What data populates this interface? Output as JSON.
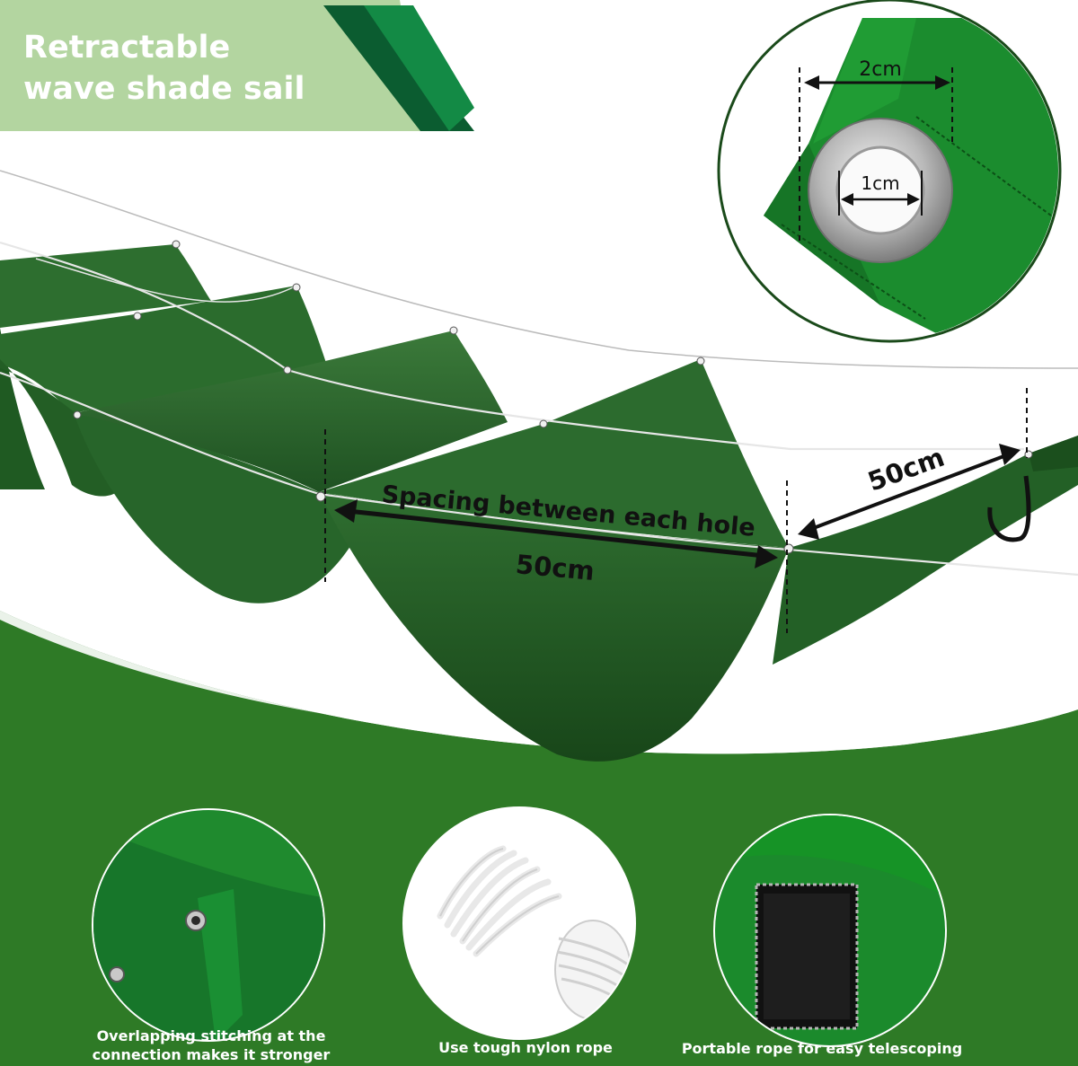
{
  "banner": {
    "title_line1": "Retractable",
    "title_line2": "wave shade sail",
    "bg_color": "#b3d5a0",
    "accent_color": "#0e6d3a"
  },
  "detail_inset": {
    "outer_size": "2cm",
    "grommet_hole": "1cm"
  },
  "measurements": {
    "spacing_label": "Spacing between each hole",
    "spacing_value": "50cm",
    "side_value": "50cm"
  },
  "features": [
    {
      "caption_line1": "Overlapping stitching at the",
      "caption_line2": "connection makes it stronger"
    },
    {
      "caption": "Use tough nylon rope"
    },
    {
      "caption": "Portable rope for easy telescoping"
    }
  ],
  "colors": {
    "sail_green": "#2a6a2d",
    "sail_dark": "#1f5222",
    "bottom_band": "#2e7a26",
    "rope": "#ffffff"
  }
}
